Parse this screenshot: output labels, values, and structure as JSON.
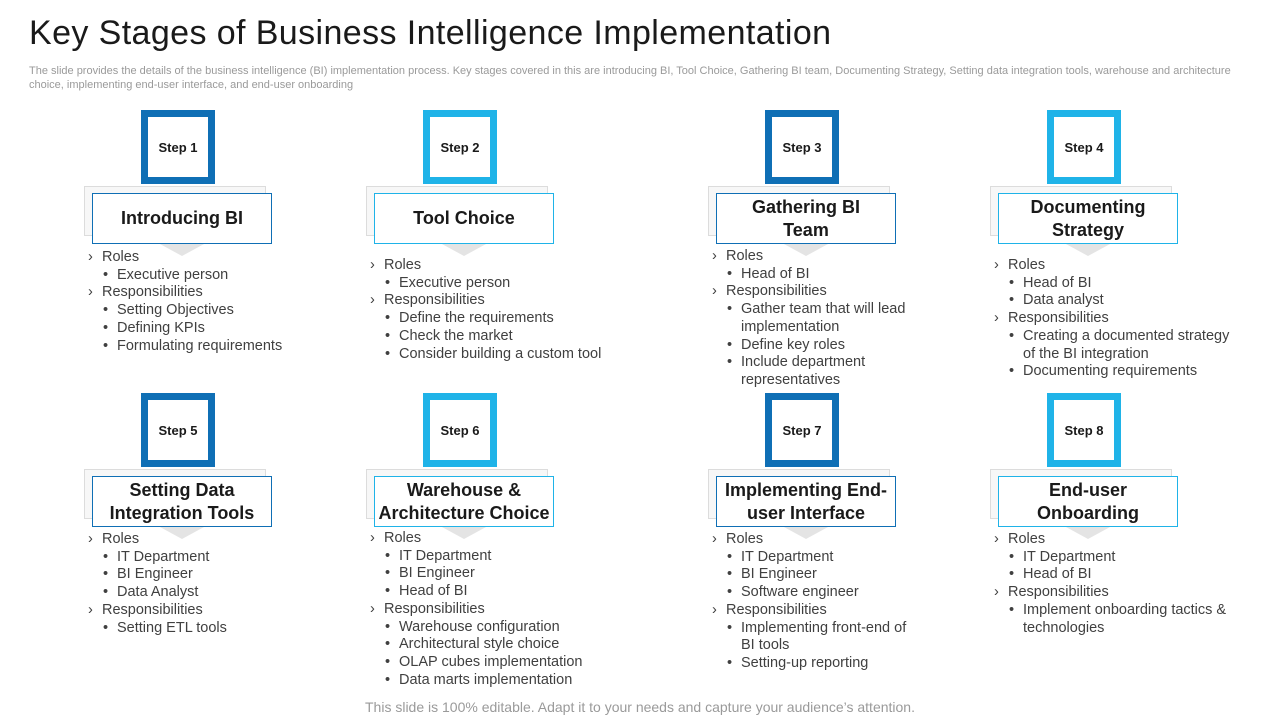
{
  "header": {
    "title": "Key Stages of Business Intelligence Implementation",
    "subtitle": "The slide provides the details of the business intelligence (BI) implementation process. Key stages covered in this are introducing BI, Tool Choice, Gathering BI team, Documenting Strategy, Setting data integration tools, warehouse and architecture choice, implementing end-user interface, and end-user onboarding"
  },
  "colors": {
    "dark_blue": "#0f6fb5",
    "light_blue": "#1fb3e8",
    "text": "#404040"
  },
  "icons": {
    "level1_marker": "›",
    "level2_marker": "•"
  },
  "steps": [
    {
      "step": "Step 1",
      "title_lines": [
        "Introducing BI"
      ],
      "items": [
        {
          "level": 1,
          "text": "Roles"
        },
        {
          "level": 2,
          "text": "Executive person"
        },
        {
          "level": 1,
          "text": "Responsibilities"
        },
        {
          "level": 2,
          "text": "Setting Objectives"
        },
        {
          "level": 2,
          "text": "Defining KPIs"
        },
        {
          "level": 2,
          "text": "Formulating requirements"
        }
      ]
    },
    {
      "step": "Step 2",
      "title_lines": [
        "Tool Choice"
      ],
      "items": [
        {
          "level": 1,
          "text": "Roles"
        },
        {
          "level": 2,
          "text": "Executive person"
        },
        {
          "level": 1,
          "text": "Responsibilities"
        },
        {
          "level": 2,
          "text": "Define the requirements"
        },
        {
          "level": 2,
          "text": "Check the market"
        },
        {
          "level": 2,
          "text": "Consider building  a custom tool"
        }
      ]
    },
    {
      "step": "Step 3",
      "title_lines": [
        "Gathering BI",
        "Team"
      ],
      "items": [
        {
          "level": 1,
          "text": "Roles"
        },
        {
          "level": 2,
          "text": "Head of BI"
        },
        {
          "level": 1,
          "text": "Responsibilities"
        },
        {
          "level": 2,
          "text": "Gather team that will lead implementation"
        },
        {
          "level": 2,
          "text": "Define key roles"
        },
        {
          "level": 2,
          "text": "Include department representatives"
        }
      ]
    },
    {
      "step": "Step 4",
      "title_lines": [
        "Documenting",
        "Strategy"
      ],
      "items": [
        {
          "level": 1,
          "text": "Roles"
        },
        {
          "level": 2,
          "text": "Head of BI"
        },
        {
          "level": 2,
          "text": "Data analyst"
        },
        {
          "level": 1,
          "text": "Responsibilities"
        },
        {
          "level": 2,
          "text": "Creating a documented strategy of the BI integration"
        },
        {
          "level": 2,
          "text": "Documenting requirements"
        }
      ]
    },
    {
      "step": "Step 5",
      "title_lines": [
        "Setting Data",
        "Integration Tools"
      ],
      "items": [
        {
          "level": 1,
          "text": "Roles"
        },
        {
          "level": 2,
          "text": "IT Department"
        },
        {
          "level": 2,
          "text": "BI Engineer"
        },
        {
          "level": 2,
          "text": "Data Analyst"
        },
        {
          "level": 1,
          "text": "Responsibilities"
        },
        {
          "level": 2,
          "text": "Setting ETL tools"
        }
      ]
    },
    {
      "step": "Step 6",
      "title_lines": [
        "Warehouse &",
        "Architecture Choice"
      ],
      "items": [
        {
          "level": 1,
          "text": "Roles"
        },
        {
          "level": 2,
          "text": "IT Department"
        },
        {
          "level": 2,
          "text": "BI Engineer"
        },
        {
          "level": 2,
          "text": "Head of BI"
        },
        {
          "level": 1,
          "text": "Responsibilities"
        },
        {
          "level": 2,
          "text": "Warehouse configuration"
        },
        {
          "level": 2,
          "text": "Architectural style choice"
        },
        {
          "level": 2,
          "text": "OLAP cubes implementation"
        },
        {
          "level": 2,
          "text": "Data marts implementation"
        }
      ]
    },
    {
      "step": "Step 7",
      "title_lines": [
        "Implementing End-",
        "user Interface"
      ],
      "items": [
        {
          "level": 1,
          "text": "Roles"
        },
        {
          "level": 2,
          "text": "IT Department"
        },
        {
          "level": 2,
          "text": "BI Engineer"
        },
        {
          "level": 2,
          "text": "Software engineer"
        },
        {
          "level": 1,
          "text": "Responsibilities"
        },
        {
          "level": 2,
          "text": "Implementing front-end of BI tools"
        },
        {
          "level": 2,
          "text": "Setting-up reporting"
        }
      ]
    },
    {
      "step": "Step 8",
      "title_lines": [
        "End-user",
        "Onboarding"
      ],
      "items": [
        {
          "level": 1,
          "text": "Roles"
        },
        {
          "level": 2,
          "text": "IT Department"
        },
        {
          "level": 2,
          "text": "Head of BI"
        },
        {
          "level": 1,
          "text": "Responsibilities"
        },
        {
          "level": 2,
          "text": "Implement onboarding tactics & technologies"
        }
      ]
    }
  ],
  "footer": {
    "text": "This slide is 100% editable. Adapt it to your needs and capture your audience’s attention."
  }
}
